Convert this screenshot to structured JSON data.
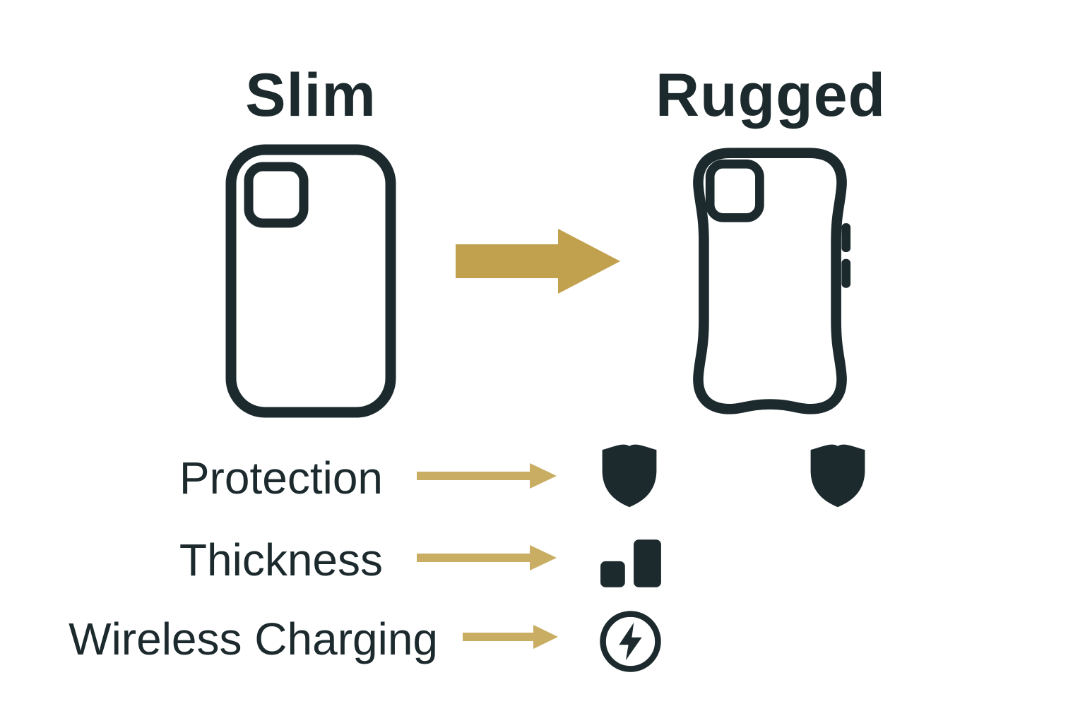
{
  "colors": {
    "dark": "#1c2a2e",
    "gold": "#c2a14e",
    "gold-light": "#c9ad62",
    "bg": "#ffffff"
  },
  "comparison": {
    "left_case": {
      "title": "Slim",
      "icon": "slim-phone-case"
    },
    "right_case": {
      "title": "Rugged",
      "icon": "rugged-phone-case"
    },
    "transform_arrow": {
      "icon": "arrow-right"
    },
    "rows": [
      {
        "label": "Protection",
        "icons": [
          "shield",
          "shield"
        ]
      },
      {
        "label": "Thickness",
        "icons": [
          "bars"
        ]
      },
      {
        "label": "Wireless Charging",
        "icons": [
          "bolt-circle"
        ]
      }
    ]
  }
}
